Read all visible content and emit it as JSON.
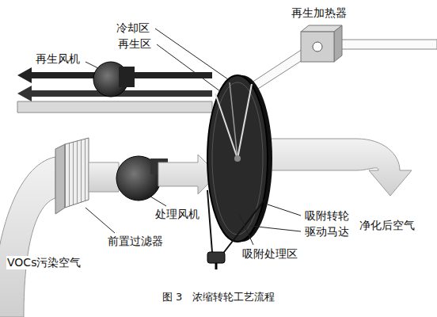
{
  "diagram": {
    "caption": "图 3　浓缩转轮工艺流程",
    "labels": [
      "再生加热器",
      "冷却区",
      "再生区",
      "再生风机",
      "吸附转轮",
      "净化后空气",
      "驱动马达",
      "处理风机",
      "吸附处理区",
      "前置过滤器",
      "VOCs污染空气"
    ]
  }
}
